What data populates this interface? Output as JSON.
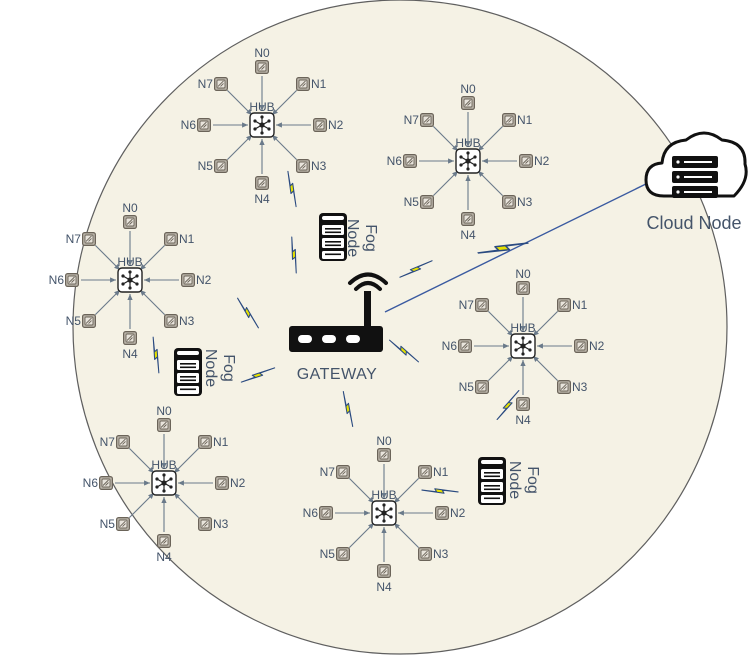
{
  "colors": {
    "area_fill": "#f5f2e5",
    "area_stroke": "#5f5f5f",
    "text": "#44546a",
    "arrow": "#6a7a8a",
    "lightning_fill": "#e6e000",
    "lightning_stroke": "#2a4a80",
    "cloud_link": "#3a5aa0",
    "device_dark": "#111111"
  },
  "icons": {
    "sensor": "sensor-node-icon",
    "hub": "hub-icon",
    "fog": "server-icon",
    "gateway": "router-icon",
    "cloud": "cloud-server-icon",
    "link": "lightning-icon"
  },
  "gateway_label": "GATEWAY",
  "cloud_label": "Cloud Node",
  "fog_label": [
    "Fog",
    "Node"
  ],
  "hub_label": "HUB",
  "node_labels": [
    "N0",
    "N1",
    "N2",
    "N3",
    "N4",
    "N5",
    "N6",
    "N7"
  ],
  "clusters": [
    {
      "id": "top"
    },
    {
      "id": "upper-right"
    },
    {
      "id": "left"
    },
    {
      "id": "right"
    },
    {
      "id": "bottom-left"
    },
    {
      "id": "bottom"
    }
  ],
  "fog_nodes": [
    {
      "id": "center"
    },
    {
      "id": "left"
    },
    {
      "id": "bottom-right"
    }
  ]
}
